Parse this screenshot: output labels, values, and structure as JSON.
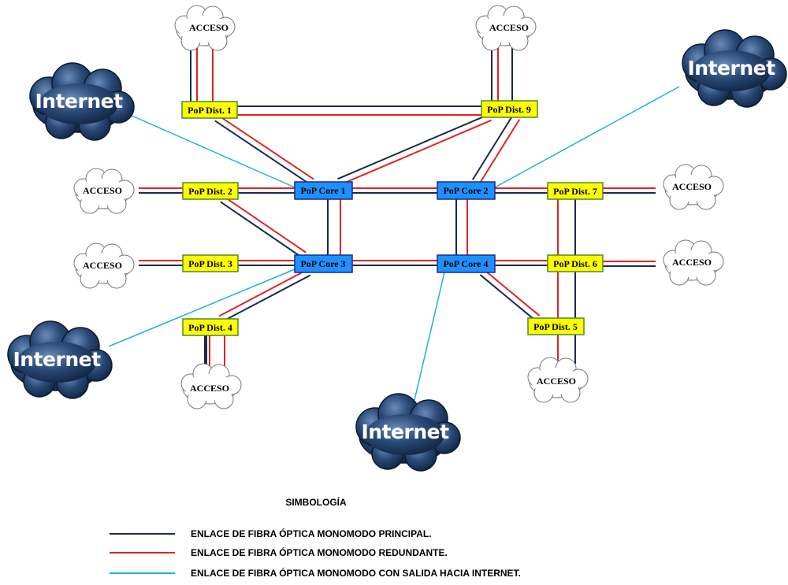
{
  "colors": {
    "principal": "#1a2a4a",
    "redundante": "#e02424",
    "internet": "#1fb2d6",
    "dist_fill": "#ffff00",
    "dist_border": "#4a8a2a",
    "core_fill": "#1e90ff",
    "core_border": "#1a2a8a",
    "cloud_fill": "#1f3e66",
    "cloud_stroke": "#0b1a30"
  },
  "nodes": {
    "dist1": "PoP Dist. 1",
    "dist2": "PoP Dist. 2",
    "dist3": "PoP Dist. 3",
    "dist4": "PoP Dist. 4",
    "dist5": "PoP Dist. 5",
    "dist6": "PoP Dist. 6",
    "dist7": "PoP Dist. 7",
    "dist9": "PoP Dist. 9",
    "core1": "PoP Core 1",
    "core2": "PoP Core 2",
    "core3": "PoP Core 3",
    "core4": "PoP Core 4"
  },
  "access_label": "ACCESO",
  "internet_label": "Internet",
  "legend": {
    "title": "SIMBOLOGÍA",
    "items": [
      {
        "type": "principal",
        "label": "ENLACE DE FIBRA ÓPTICA MONOMODO PRINCIPAL."
      },
      {
        "type": "redundante",
        "label": "ENLACE DE FIBRA ÓPTICA MONOMODO REDUNDANTE."
      },
      {
        "type": "internet",
        "label": "ENLACE DE FIBRA ÓPTICA MONOMODO CON SALIDA HACIA INTERNET."
      }
    ]
  }
}
